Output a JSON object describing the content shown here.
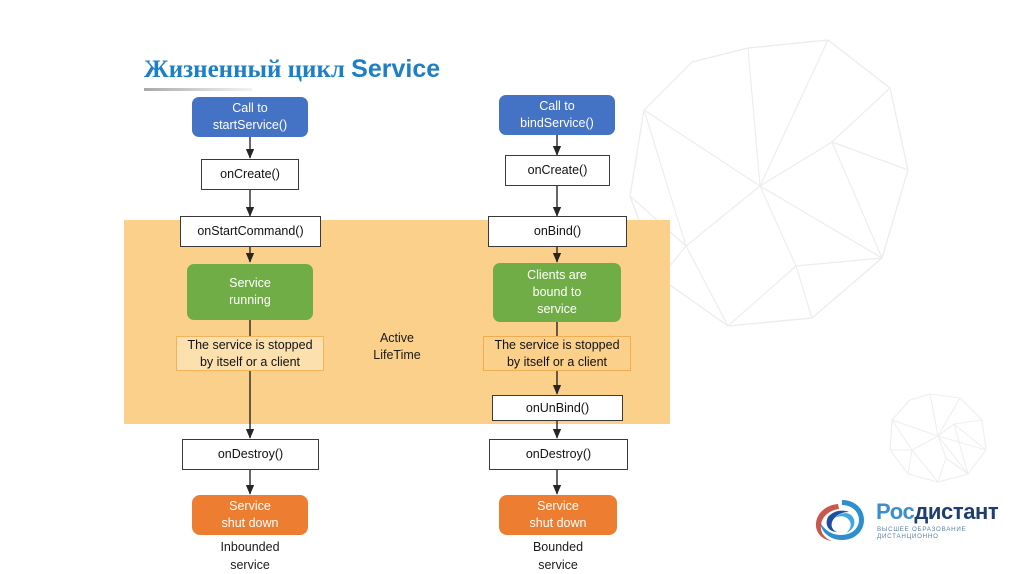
{
  "slide": {
    "title_ru": "Жизненный цикл ",
    "title_en": "Service",
    "title_color": "#1F7FC4"
  },
  "colors": {
    "blue": "#4472C4",
    "green": "#70AD47",
    "orange": "#ED7D31",
    "panel": "#FBD08A",
    "note": "#FCE1AF",
    "white_box_border": "#3A3A3A"
  },
  "panel": {
    "label_line1": "Active",
    "label_line2": "LifeTime"
  },
  "left_flow": {
    "start": {
      "line1": "Call to",
      "line2": "startService()"
    },
    "on_create": "onCreate()",
    "on_start_command": "onStartCommand()",
    "running": {
      "line1": "Service",
      "line2": "running"
    },
    "note": {
      "line1": "The service is stopped",
      "line2": "by itself or a client"
    },
    "on_destroy": "onDestroy()",
    "shut_down": {
      "line1": "Service",
      "line2": "shut down"
    },
    "caption_line1": "Inbounded",
    "caption_line2": "service"
  },
  "right_flow": {
    "start": {
      "line1": "Call to",
      "line2": "bindService()"
    },
    "on_create": "onCreate()",
    "on_bind": "onBind()",
    "bound": {
      "line1": "Clients are",
      "line2": "bound to",
      "line3": "service"
    },
    "note": {
      "line1": "The service is stopped",
      "line2": "by itself or a client"
    },
    "on_unbind": "onUnBind()",
    "on_destroy": "onDestroy()",
    "shut_down": {
      "line1": "Service",
      "line2": "shut down"
    },
    "caption_line1": "Bounded",
    "caption_line2": "service"
  },
  "logo": {
    "name_part1": "Рос",
    "name_part2": "дистант",
    "tagline": "ВЫСШЕЕ ОБРАЗОВАНИЕ ДИСТАНЦИОННО",
    "color1": "#3B8FD1",
    "color2": "#1F3D6E"
  }
}
